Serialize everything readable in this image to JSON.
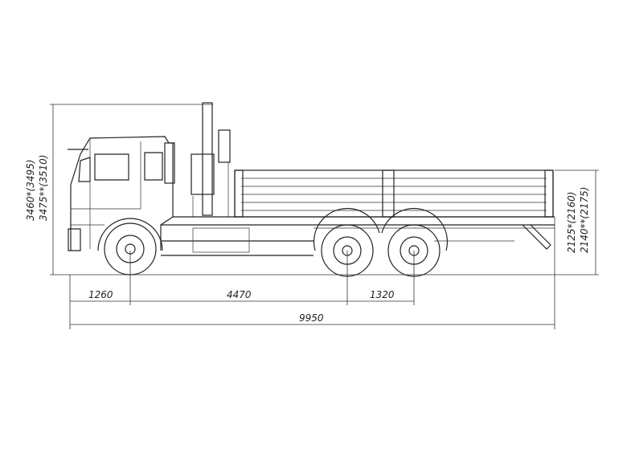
{
  "drawing": {
    "overall_height_labels": [
      "3460*(3495)",
      "3475**(3510)"
    ],
    "bed_height_labels": [
      "2125*(2160)",
      "2140**(2175)"
    ],
    "front_overhang": "1260",
    "wheelbase": "4470",
    "rear_axle_spacing": "1320",
    "overall_length": "9950"
  }
}
